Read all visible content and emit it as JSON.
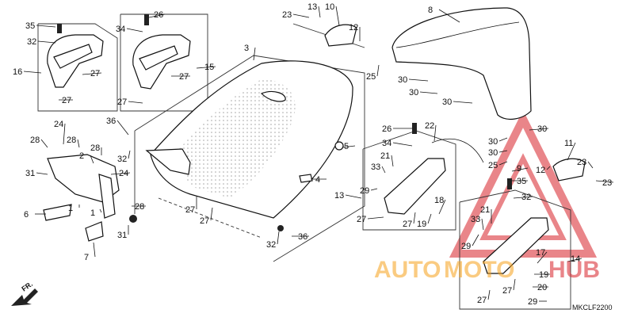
{
  "diagram": {
    "code": "MKCLF2200",
    "front_marker": "FR.",
    "callouts": [
      {
        "id": "c35a",
        "label": "35"
      },
      {
        "id": "c32a",
        "label": "32"
      },
      {
        "id": "c16",
        "label": "16"
      },
      {
        "id": "c27a",
        "label": "27"
      },
      {
        "id": "c27b",
        "label": "27"
      },
      {
        "id": "c26a",
        "label": "26"
      },
      {
        "id": "c34a",
        "label": "34"
      },
      {
        "id": "c15",
        "label": "15"
      },
      {
        "id": "c27c",
        "label": "27"
      },
      {
        "id": "c27d",
        "label": "27"
      },
      {
        "id": "c3",
        "label": "3"
      },
      {
        "id": "c23a",
        "label": "23"
      },
      {
        "id": "c13",
        "label": "13"
      },
      {
        "id": "c10",
        "label": "10"
      },
      {
        "id": "c12a",
        "label": "12"
      },
      {
        "id": "c25a",
        "label": "25"
      },
      {
        "id": "c8",
        "label": "8"
      },
      {
        "id": "c30a",
        "label": "30"
      },
      {
        "id": "c30b",
        "label": "30"
      },
      {
        "id": "c30c",
        "label": "30"
      },
      {
        "id": "c30d",
        "label": "30"
      },
      {
        "id": "c24a",
        "label": "24"
      },
      {
        "id": "c28a",
        "label": "28"
      },
      {
        "id": "c28b",
        "label": "28"
      },
      {
        "id": "c2",
        "label": "2"
      },
      {
        "id": "c28c",
        "label": "28"
      },
      {
        "id": "c31a",
        "label": "31"
      },
      {
        "id": "c6",
        "label": "6"
      },
      {
        "id": "c1a",
        "label": "1"
      },
      {
        "id": "c1b",
        "label": "1"
      },
      {
        "id": "c24b",
        "label": "24"
      },
      {
        "id": "c28d",
        "label": "28"
      },
      {
        "id": "c31b",
        "label": "31"
      },
      {
        "id": "c7",
        "label": "7"
      },
      {
        "id": "c36a",
        "label": "36"
      },
      {
        "id": "c32b",
        "label": "32"
      },
      {
        "id": "c27e",
        "label": "27"
      },
      {
        "id": "c27f",
        "label": "27"
      },
      {
        "id": "c5",
        "label": "5"
      },
      {
        "id": "c4",
        "label": "4"
      },
      {
        "id": "c32c",
        "label": "32"
      },
      {
        "id": "c36b",
        "label": "36"
      },
      {
        "id": "c26b",
        "label": "26"
      },
      {
        "id": "c22",
        "label": "22"
      },
      {
        "id": "c34b",
        "label": "34"
      },
      {
        "id": "c21a",
        "label": "21"
      },
      {
        "id": "c33a",
        "label": "33"
      },
      {
        "id": "c29a",
        "label": "29"
      },
      {
        "id": "c13b",
        "label": "13"
      },
      {
        "id": "c27g",
        "label": "27"
      },
      {
        "id": "c18",
        "label": "18"
      },
      {
        "id": "c19a",
        "label": "19"
      },
      {
        "id": "c27h",
        "label": "27"
      },
      {
        "id": "c30e",
        "label": "30"
      },
      {
        "id": "c30f",
        "label": "30"
      },
      {
        "id": "c25b",
        "label": "25"
      },
      {
        "id": "c9",
        "label": "9"
      },
      {
        "id": "c35b",
        "label": "35"
      },
      {
        "id": "c32d",
        "label": "32"
      },
      {
        "id": "c11",
        "label": "11"
      },
      {
        "id": "c12b",
        "label": "12"
      },
      {
        "id": "c23b",
        "label": "23"
      },
      {
        "id": "c23c",
        "label": "23"
      },
      {
        "id": "c21b",
        "label": "21"
      },
      {
        "id": "c33b",
        "label": "33"
      },
      {
        "id": "c29b",
        "label": "29"
      },
      {
        "id": "c17",
        "label": "17"
      },
      {
        "id": "c14",
        "label": "14"
      },
      {
        "id": "c19b",
        "label": "19"
      },
      {
        "id": "c20",
        "label": "20"
      },
      {
        "id": "c27i",
        "label": "27"
      },
      {
        "id": "c27j",
        "label": "27"
      },
      {
        "id": "c29c",
        "label": "29"
      }
    ]
  },
  "watermark": {
    "text_a": "AUTO",
    "text_b": "MOTO",
    "text_c": "HUB",
    "color_orange": "#f7a21b",
    "color_red": "#d8232a"
  }
}
